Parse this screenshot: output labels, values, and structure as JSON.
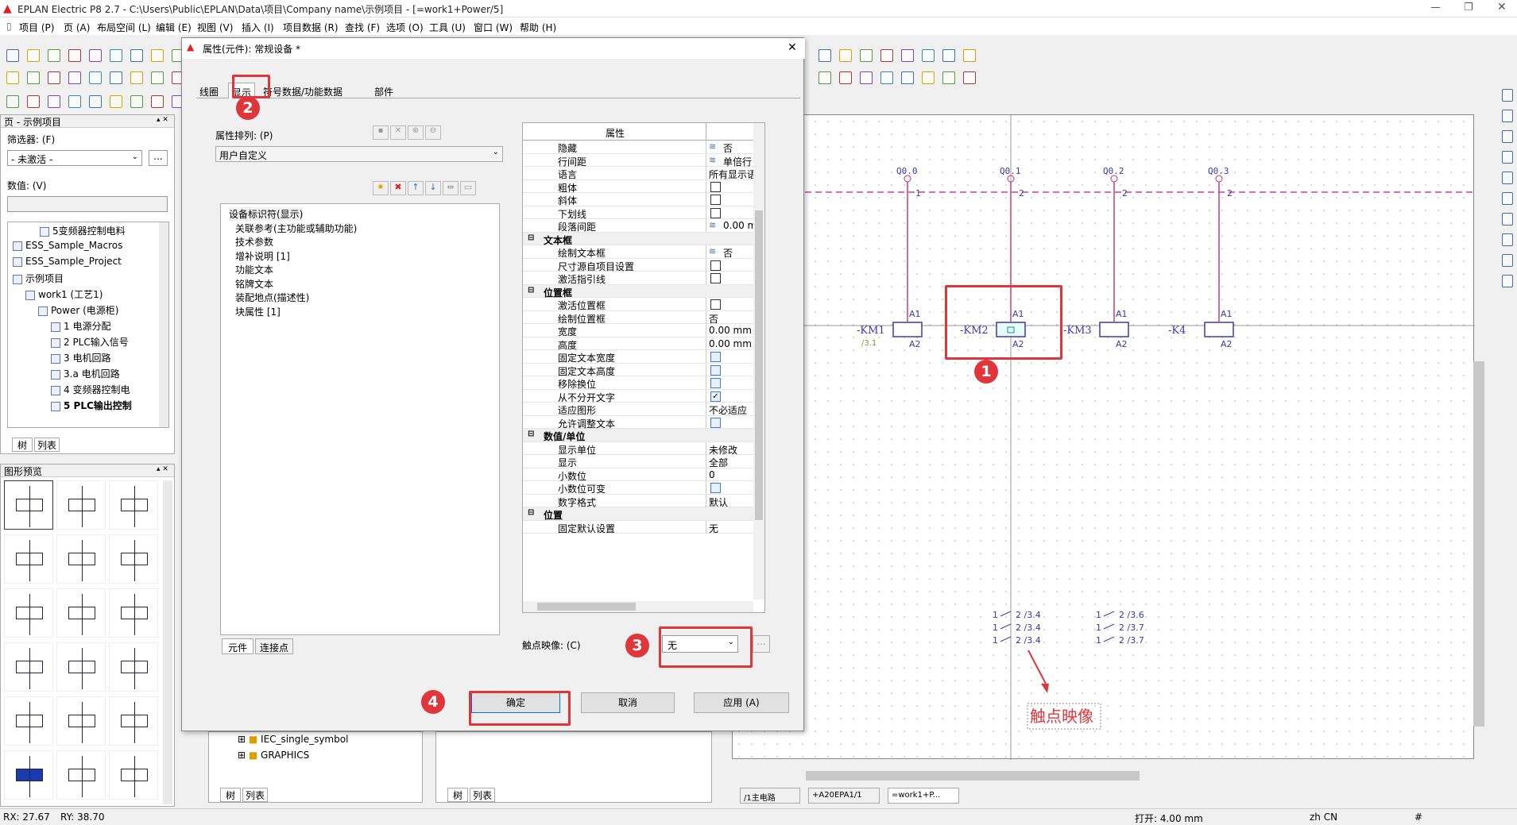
{
  "window": {
    "title": "EPLAN Electric P8 2.7 - C:\\Users\\Public\\EPLAN\\Data\\项目\\Company name\\示例项目 - [=work1+Power/5]"
  },
  "menu": [
    "项目 (P)",
    "页 (A)",
    "布局空间 (L)",
    "编辑 (E)",
    "视图 (V)",
    "插入 (I)",
    "项目数据 (R)",
    "查找 (F)",
    "选项 (O)",
    "工具 (U)",
    "窗口 (W)",
    "帮助 (H)"
  ],
  "left_panel": {
    "title": "页 - 示例项目",
    "filter_label": "筛选器: (F)",
    "filter_value": "- 未激活 -",
    "filter_btn": "...",
    "value_label": "数值: (V)",
    "tree": [
      "5变频器控制电料",
      "ESS_Sample_Macros",
      "ESS_Sample_Project",
      "示例项目",
      "work1 (工艺1)",
      "Power (电源柜)",
      "1 电源分配",
      "2 PLC输入信号",
      "3 电机回路",
      "3.a 电机回路",
      "4 变频器控制电",
      "5 PLC输出控制"
    ],
    "tabs": [
      "树",
      "列表"
    ]
  },
  "graphics_preview": {
    "title": "图形预览"
  },
  "lower_tree": {
    "items": [
      "IEC_single_symbol",
      "GRAPHICS"
    ],
    "tabs": [
      "树",
      "列表"
    ]
  },
  "lower_tree2": {
    "tabs": [
      "树",
      "列表"
    ]
  },
  "dialog": {
    "title": "属性(元件): 常规设备 *",
    "close": "✕",
    "tabs": [
      "线圈",
      "显示",
      "符号数据/功能数据",
      "部件"
    ],
    "sort_label": "属性排列: (P)",
    "sort_value": "用户自定义",
    "prop_list": [
      "设备标识符(显示)",
      "关联参考(主功能或辅助功能)",
      "技术参数",
      "增补说明 [1]",
      "功能文本",
      "铭牌文本",
      "装配地点(描述性)",
      "块属性 [1]"
    ],
    "left_tabs": [
      "元件",
      "连接点"
    ],
    "grid_header": "属性",
    "grid_rows": [
      {
        "label": "隐藏",
        "value": "否",
        "kind": "icon"
      },
      {
        "label": "行间距",
        "value": "单倍行",
        "kind": "icon"
      },
      {
        "label": "语言",
        "value": "所有显示语",
        "kind": "text"
      },
      {
        "label": "粗体",
        "value": "",
        "kind": "cb"
      },
      {
        "label": "斜体",
        "value": "",
        "kind": "cb"
      },
      {
        "label": "下划线",
        "value": "",
        "kind": "cb"
      },
      {
        "label": "段落间距",
        "value": "0.00 m",
        "kind": "icon"
      },
      {
        "label": "文本框",
        "value": "",
        "kind": "group"
      },
      {
        "label": "绘制文本框",
        "value": "否",
        "kind": "icon"
      },
      {
        "label": "尺寸源自项目设置",
        "value": "",
        "kind": "cb"
      },
      {
        "label": "激活指引线",
        "value": "",
        "kind": "cb"
      },
      {
        "label": "位置框",
        "value": "",
        "kind": "group"
      },
      {
        "label": "激活位置框",
        "value": "",
        "kind": "cb"
      },
      {
        "label": "绘制位置框",
        "value": "否",
        "kind": "text"
      },
      {
        "label": "宽度",
        "value": "0.00 mm",
        "kind": "text"
      },
      {
        "label": "高度",
        "value": "0.00 mm",
        "kind": "text"
      },
      {
        "label": "固定文本宽度",
        "value": "",
        "kind": "cbb"
      },
      {
        "label": "固定文本高度",
        "value": "",
        "kind": "cbb"
      },
      {
        "label": "移除换位",
        "value": "",
        "kind": "cbb"
      },
      {
        "label": "从不分开文字",
        "value": "checked",
        "kind": "cbc"
      },
      {
        "label": "适应图形",
        "value": "不必适应",
        "kind": "text"
      },
      {
        "label": "允许调整文本",
        "value": "",
        "kind": "cbb"
      },
      {
        "label": "数值/单位",
        "value": "",
        "kind": "group"
      },
      {
        "label": "显示单位",
        "value": "未修改",
        "kind": "text"
      },
      {
        "label": "显示",
        "value": "全部",
        "kind": "text"
      },
      {
        "label": "小数位",
        "value": "0",
        "kind": "text"
      },
      {
        "label": "小数位可变",
        "value": "",
        "kind": "cbb"
      },
      {
        "label": "数字格式",
        "value": "默认",
        "kind": "text"
      },
      {
        "label": "位置",
        "value": "",
        "kind": "group"
      },
      {
        "label": "固定默认设置",
        "value": "无",
        "kind": "text"
      }
    ],
    "contact_label": "触点映像: (C)",
    "contact_value": "无",
    "contact_btn": "...",
    "ok": "确定",
    "cancel": "取消",
    "apply": "应用 (A)"
  },
  "canvas": {
    "q_labels": [
      "Q0.0",
      "Q0.1",
      "Q0.2",
      "Q0.3"
    ],
    "q_nums": [
      "1",
      "2",
      "2",
      "2"
    ],
    "devices": [
      "-KM1",
      "-KM2",
      "-KM3",
      "-K4"
    ],
    "a1": "A1",
    "a2": "A2",
    "km1_ref": "/3.1",
    "contacts_left": [
      "1",
      "2 /3.4",
      "1",
      "2 /3.4",
      "1",
      "2 /3.4"
    ],
    "contacts_right": [
      "1",
      "2 /3.6",
      "1",
      "2 /3.7",
      "1",
      "2 /3.7"
    ],
    "annotation": "触点映像",
    "tabs": [
      "/1主电路",
      "+A20EPA1/1",
      "=work1+P..."
    ]
  },
  "badges": [
    "1",
    "2",
    "3",
    "4"
  ],
  "status": {
    "rx": "RX: 27.67",
    "ry": "RY: 38.70",
    "open": "打开: 4.00 mm",
    "lang": "zh CN",
    "hash": "#"
  },
  "colors": {
    "highlight": "#e0353b",
    "device": "#3a3ab0",
    "wire": "#c0306a",
    "dash": "#d040a0"
  }
}
